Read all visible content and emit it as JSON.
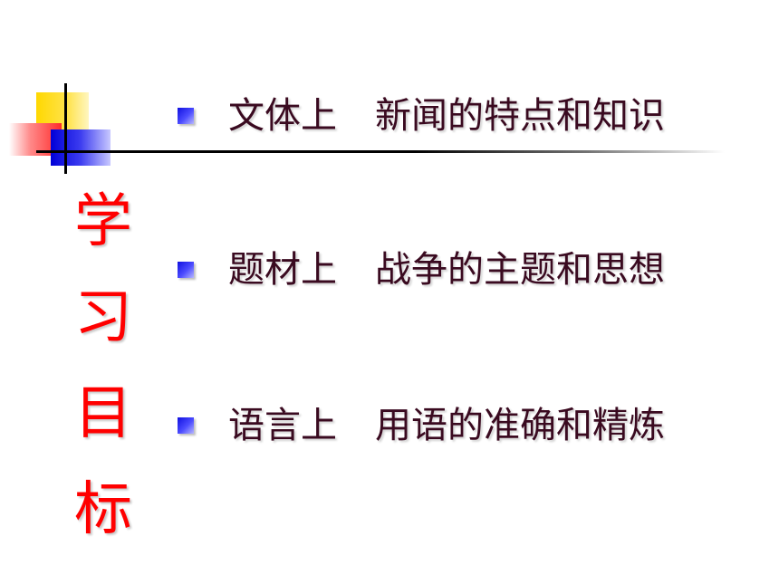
{
  "slide": {
    "vertical_title": [
      "学",
      "习",
      "目",
      "标"
    ],
    "bullets": [
      {
        "label": "文体上",
        "desc": "新闻的特点和知识"
      },
      {
        "label": "题材上",
        "desc": "战争的主题和思想"
      },
      {
        "label": "语言上",
        "desc": "用语的准确和精炼"
      }
    ]
  },
  "colors": {
    "title_red": "#ff0000",
    "text_dark": "#3a0a20",
    "bullet_blue": "#1010e0",
    "deco_yellow": "#ffd800",
    "deco_red": "#ff2a2a",
    "deco_blue": "#0000d8"
  }
}
